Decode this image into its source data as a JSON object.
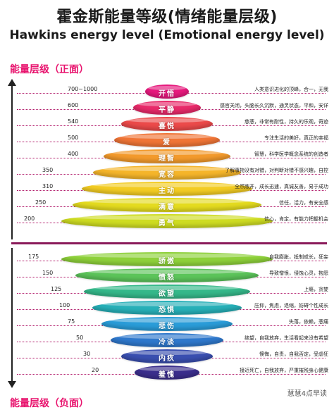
{
  "title_cn": "霍金斯能量等级(情绪能量层级)",
  "title_en": "Hawkins energy level (Emotional energy level)",
  "label_positive": "能量层级（正面）",
  "label_negative": "能量层级（负面）",
  "watermark": "慧慧4点早读",
  "levels": [
    {
      "value": "700~1000",
      "name": "开悟",
      "desc": "人类意识进化的顶峰，合一，无我",
      "color": "#e6197d"
    },
    {
      "value": "600",
      "name": "平静",
      "desc": "感官关闭，头脑长久沉默，通灵状态，平和，安详",
      "color": "#e82a6a"
    },
    {
      "value": "540",
      "name": "喜悦",
      "desc": "慈悲，非常有耐性，持久的乐观，奇迹",
      "color": "#eb4a4a"
    },
    {
      "value": "500",
      "name": "爱",
      "desc": "专注生活的美好，真正的幸福",
      "color": "#f07536"
    },
    {
      "value": "400",
      "name": "理智",
      "desc": "智慧，科学医学概念系统的创造者",
      "color": "#f39a2c"
    },
    {
      "value": "350",
      "name": "宽容",
      "desc": "了解事物没有对错，对判断对错不感兴趣，自控",
      "color": "#f5b52a"
    },
    {
      "value": "310",
      "name": "主动",
      "desc": "全然敞开，成长迅速，真诚友善，易于成功",
      "color": "#f3cc23"
    },
    {
      "value": "250",
      "name": "满意",
      "desc": "信任，活力，有安全感",
      "color": "#e4db1f"
    },
    {
      "value": "200",
      "name": "勇气",
      "desc": "信心，肯定，有能力把握机会",
      "color": "#cedc22"
    },
    {
      "value": "175",
      "name": "骄傲",
      "desc": "自我膨胀，抵制成长，狂妄",
      "color": "#8ed13a"
    },
    {
      "value": "150",
      "name": "愤怒",
      "desc": "导致憎恨，侵蚀心灵，抱怨",
      "color": "#5cc45a"
    },
    {
      "value": "125",
      "name": "欲望",
      "desc": "上瘾，贪婪",
      "color": "#35b88a"
    },
    {
      "value": "100",
      "name": "恐惧",
      "desc": "压抑，焦虑，退缩，妨碍个性成长",
      "color": "#27b0b8"
    },
    {
      "value": "75",
      "name": "悲伤",
      "desc": "失落，依赖，悲痛",
      "color": "#2a9cd8"
    },
    {
      "value": "50",
      "name": "冷淡",
      "desc": "绝望，自我放弃，生活看起来没有希望",
      "color": "#2f78cc"
    },
    {
      "value": "30",
      "name": "内疚",
      "desc": "懊悔，自责，自我否定，受虐狂",
      "color": "#3a4fb0"
    },
    {
      "value": "20",
      "name": "羞愧",
      "desc": "接近死亡，自我放弃，严重摧残身心健康",
      "color": "#3b2e8c"
    }
  ]
}
